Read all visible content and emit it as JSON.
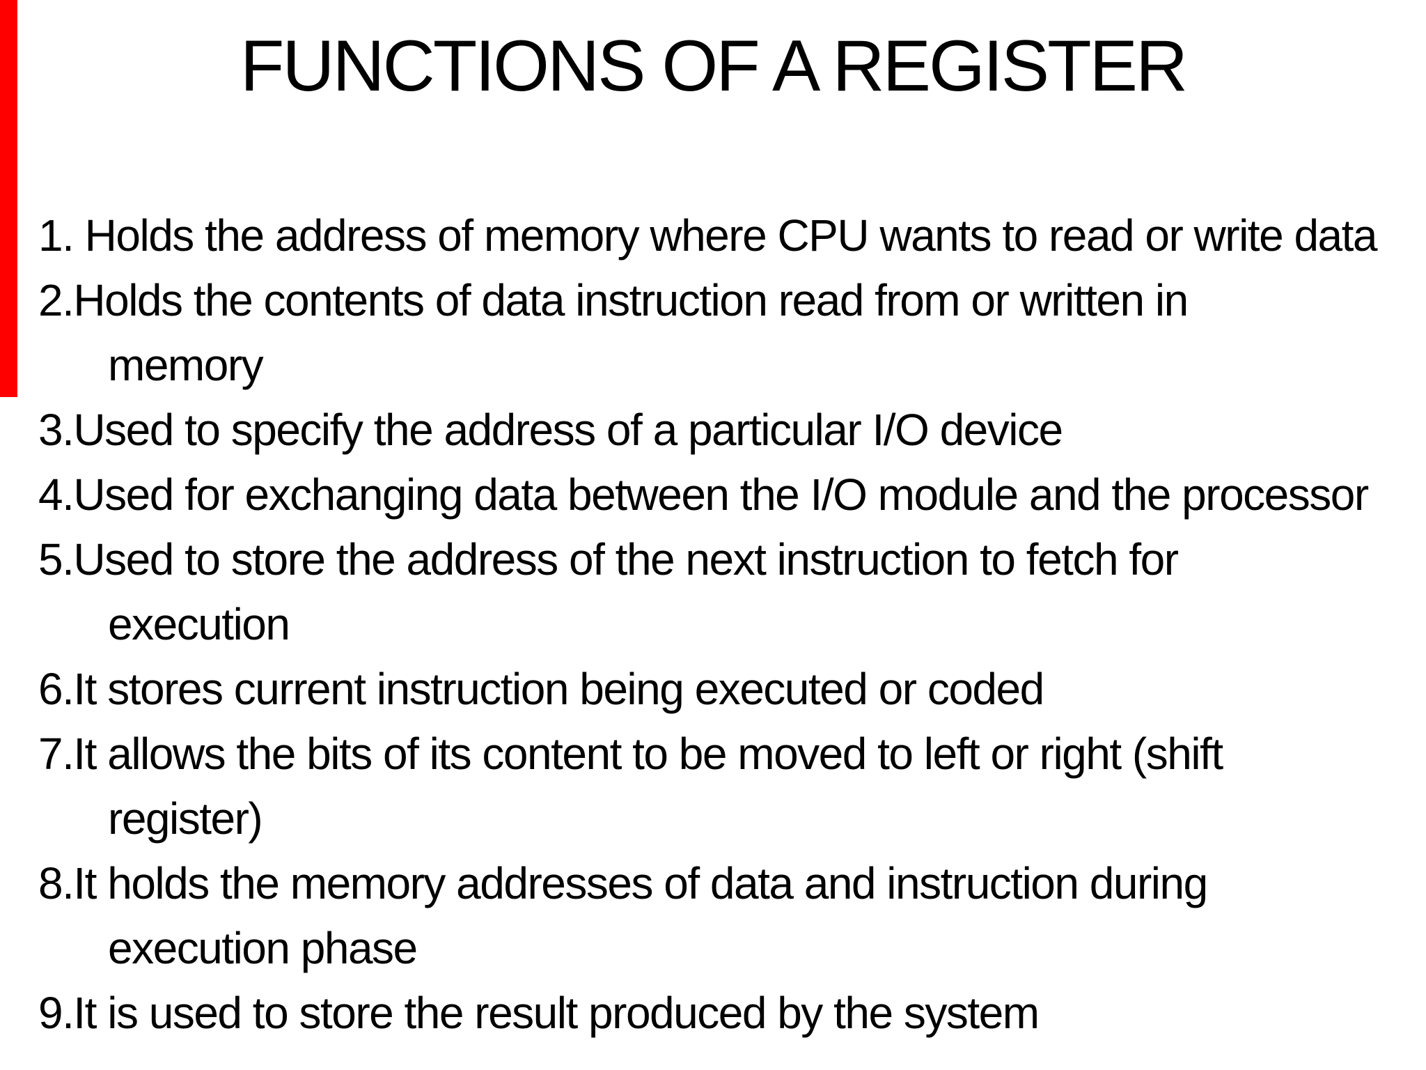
{
  "slide": {
    "title": "FUNCTIONS OF A REGISTER",
    "background_color": "#ffffff",
    "text_color": "#000000",
    "accent_bar_color": "#fe0000",
    "list": {
      "items": [
        {
          "number": "1",
          "lines": [
            "1. Holds the address of memory where CPU wants to read or write data"
          ]
        },
        {
          "number": "2",
          "lines": [
            "2.Holds the contents of data instruction read from or written in",
            "memory"
          ]
        },
        {
          "number": "3",
          "lines": [
            "3.Used to specify the address of a particular I/O device"
          ]
        },
        {
          "number": "4",
          "lines": [
            "4.Used for exchanging data between the I/O module and the processor"
          ]
        },
        {
          "number": "5",
          "lines": [
            "5.Used to store the address of the next instruction to fetch for",
            "execution"
          ]
        },
        {
          "number": "6",
          "lines": [
            "6.It stores current instruction being executed or coded"
          ]
        },
        {
          "number": "7",
          "lines": [
            "7.It allows the bits of its content to be moved to left or right (shift",
            "register)"
          ]
        },
        {
          "number": "8",
          "lines": [
            "8.It holds the memory addresses of data and instruction during",
            "execution phase"
          ]
        },
        {
          "number": "9",
          "lines": [
            "9.It is used to store the result produced by the system"
          ]
        }
      ]
    }
  }
}
